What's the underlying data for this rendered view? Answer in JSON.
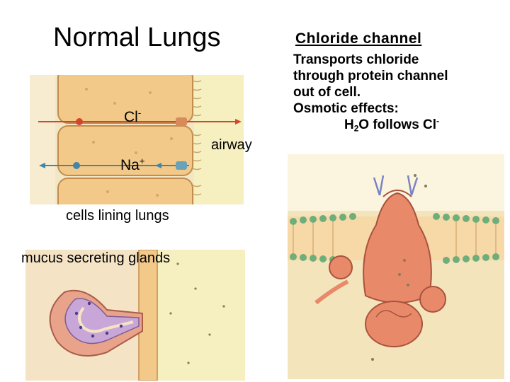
{
  "title": "Normal Lungs",
  "labels": {
    "cl": "Cl",
    "cl_sup": "-",
    "na": "Na",
    "na_sup": "+",
    "airway": "airway",
    "cells": "cells lining lungs",
    "glands": "mucus secreting glands"
  },
  "channel": {
    "heading": "Chloride channel",
    "line1": "Transports chloride",
    "line2": "through protein channel",
    "line3": "out of cell.",
    "line4": "Osmotic effects:",
    "line5_h": "H",
    "line5_sub": "2",
    "line5_rest": "O follows Cl",
    "line5_sup": "-"
  },
  "colors": {
    "cell_fill": "#f3c98a",
    "airway_fill": "#f6e9b5",
    "cl_arrow": "#d2462e",
    "na_arrow": "#3f86a8",
    "membrane_green": "#6fae7a",
    "protein": "#e88a6a"
  }
}
